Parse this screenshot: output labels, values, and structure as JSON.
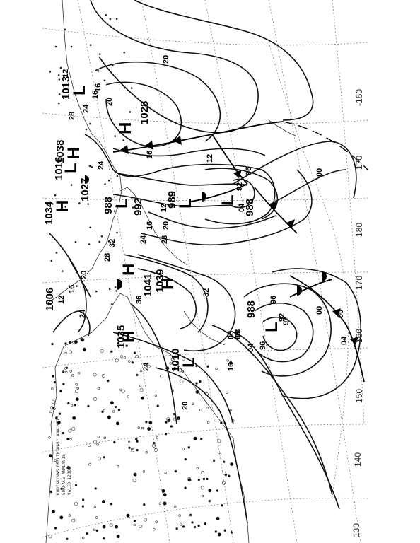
{
  "chart": {
    "header_lines": [
      "KODIAK/NWS PRELIMINARY ANALYSIS",
      "SURFACE ANALYSIS",
      "VALID 1200Z"
    ],
    "longitude_labels": [
      "130",
      "140",
      "150",
      "160",
      "170",
      "180",
      "170",
      "-160"
    ],
    "pressure_centers": [
      {
        "type": "H",
        "value": "1034"
      },
      {
        "type": "H",
        "value": "1038"
      },
      {
        "type": "H",
        "value": "1028"
      },
      {
        "type": "H",
        "value": "1041"
      },
      {
        "type": "H",
        "value": "1039"
      },
      {
        "type": "H",
        "value": "1035"
      },
      {
        "type": "L",
        "value": "1013"
      },
      {
        "type": "L",
        "value": "1016"
      },
      {
        "type": "L",
        "value": "988"
      },
      {
        "type": "L",
        "value": "992"
      },
      {
        "type": "L",
        "value": "989"
      },
      {
        "type": "L",
        "value": "988"
      },
      {
        "type": "L",
        "value": "988"
      },
      {
        "type": "L",
        "value": "1010"
      },
      {
        "type": "L",
        "value": "1006"
      },
      {
        "type": "L",
        "value": "1027"
      }
    ],
    "isobar_labels": [
      "12",
      "16",
      "20",
      "24",
      "28",
      "32",
      "36",
      "24",
      "20",
      "16",
      "12",
      "08",
      "04",
      "00",
      "96",
      "92",
      "96",
      "92",
      "00",
      "04",
      "08",
      "12",
      "16",
      "20",
      "24",
      "28",
      "32",
      "36",
      "24",
      "20",
      "16",
      "08",
      "04",
      "00",
      "96",
      "92",
      "28",
      "24",
      "20",
      "16",
      "12",
      "16"
    ]
  }
}
